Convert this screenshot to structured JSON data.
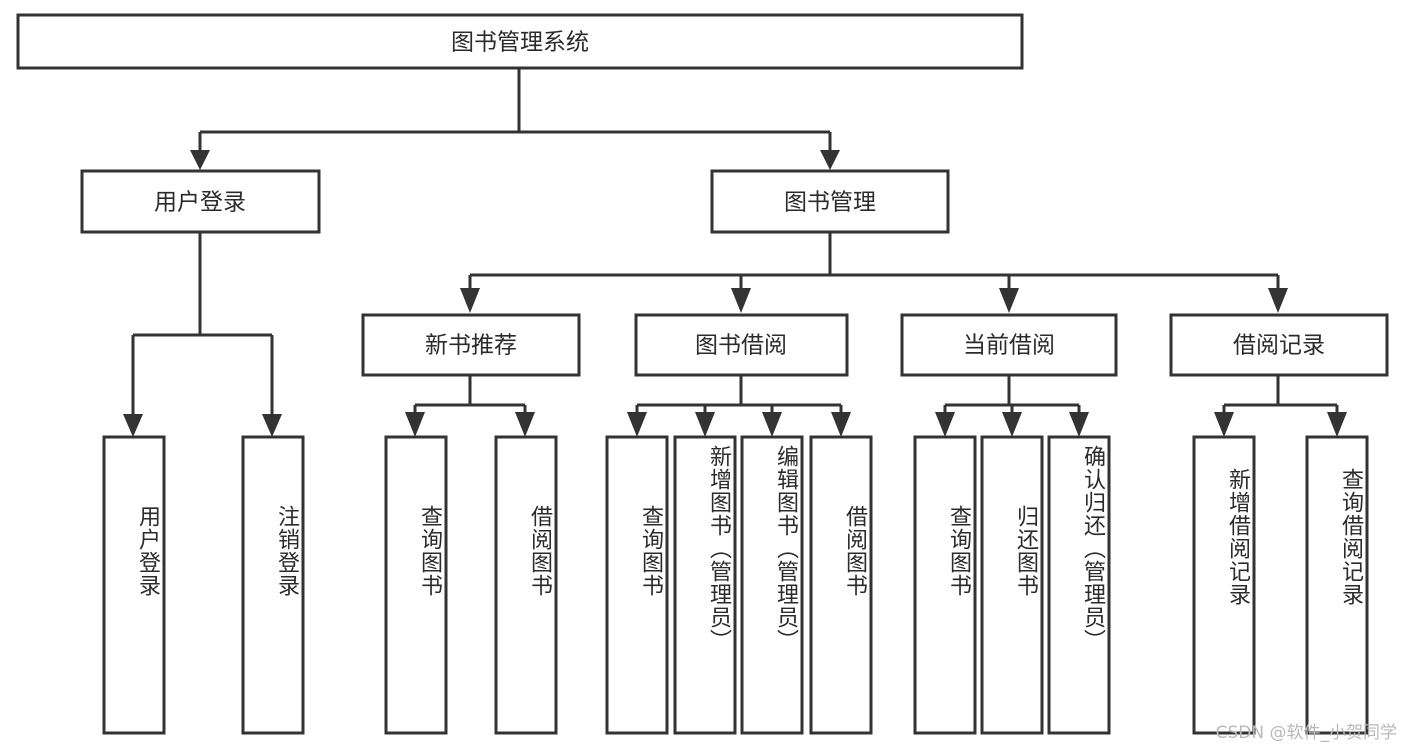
{
  "diagram": {
    "title": "图书管理系统",
    "type": "tree-hierarchy-diagram",
    "watermark": "CSDN @软件_小贺同学",
    "colors": {
      "stroke": "#333333",
      "fill": "#ffffff",
      "text": "#2b2b2b",
      "watermark": "#b9b9b9",
      "background": "#ffffff"
    },
    "root": {
      "label": "图书管理系统"
    },
    "level2": [
      {
        "label": "用户登录"
      },
      {
        "label": "图书管理"
      }
    ],
    "level3": [
      {
        "label": "新书推荐"
      },
      {
        "label": "图书借阅"
      },
      {
        "label": "当前借阅"
      },
      {
        "label": "借阅记录"
      }
    ],
    "leaves": {
      "user_login": [
        {
          "label": "用户登录"
        },
        {
          "label": "注销登录"
        }
      ],
      "new_book_recommend": [
        {
          "label": "查询图书"
        },
        {
          "label": "借阅图书"
        }
      ],
      "book_borrow": [
        {
          "label": "查询图书"
        },
        {
          "label": "新增图书（管理员）"
        },
        {
          "label": "编辑图书（管理员）"
        },
        {
          "label": "借阅图书"
        }
      ],
      "current_borrow": [
        {
          "label": "查询图书"
        },
        {
          "label": "归还图书"
        },
        {
          "label": "确认归还（管理员）"
        }
      ],
      "borrow_record": [
        {
          "label": "新增借阅记录"
        },
        {
          "label": "查询借阅记录"
        }
      ]
    }
  }
}
